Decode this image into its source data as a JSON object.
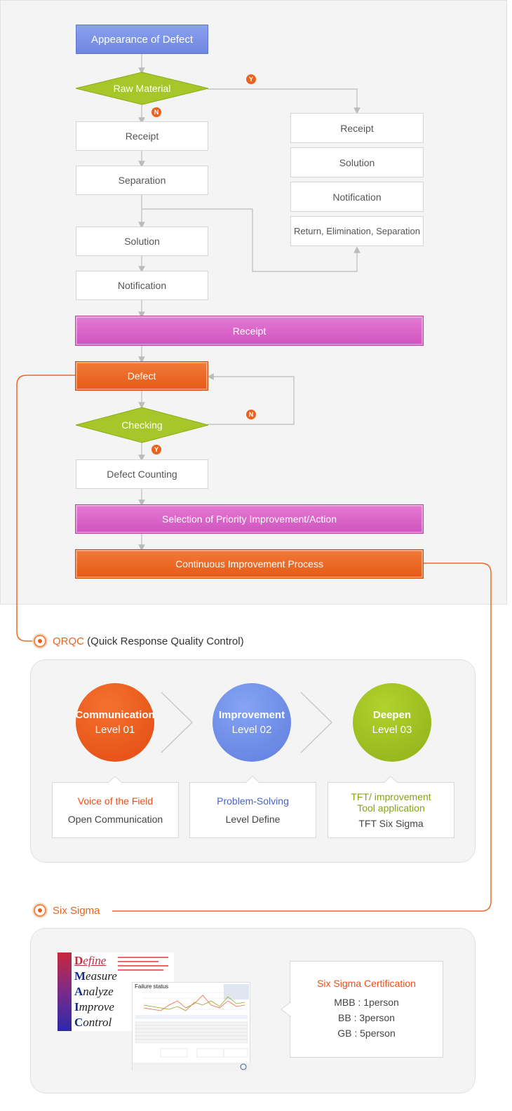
{
  "flow": {
    "appearance": "Appearance of Defect",
    "raw_material": "Raw Material",
    "badge_yes": "Y",
    "badge_no": "N",
    "left_receipt": "Receipt",
    "left_separation": "Separation",
    "left_solution": "Solution",
    "left_notification": "Notification",
    "right_receipt": "Receipt",
    "right_solution": "Solution",
    "right_notification": "Notification",
    "right_return": "Return, Elimination, Separation",
    "receipt_bar": "Receipt",
    "defect": "Defect",
    "checking": "Checking",
    "defect_counting": "Defect Counting",
    "selection": "Selection of Priority Improvement/Action",
    "continuous": "Continuous Improvement Process"
  },
  "qrqc": {
    "title_highlight": "QRQC",
    "title_rest": " (Quick Response Quality Control)",
    "levels": [
      {
        "name": "Communication",
        "level": "Level 01",
        "card_title": "Voice of  the  Field",
        "card_sub": "Open Communication"
      },
      {
        "name": "Improvement",
        "level": "Level 02",
        "card_title": "Problem-Solving",
        "card_sub": "Level  Define"
      },
      {
        "name": "Deepen",
        "level": "Level 03",
        "card_title": "TFT/ improvement Tool application",
        "card_sub": "TFT Six Sigma"
      }
    ],
    "colors": {
      "level1": "#e8501a",
      "level2": "#6c8ae6",
      "level3": "#9cc024"
    }
  },
  "six_sigma": {
    "title": "Six Sigma",
    "dmaic": [
      {
        "letter": "D",
        "rest": "efine"
      },
      {
        "letter": "M",
        "rest": "easure"
      },
      {
        "letter": "A",
        "rest": "nalyze"
      },
      {
        "letter": "I",
        "rest": "mprove"
      },
      {
        "letter": "C",
        "rest": "ontrol"
      }
    ],
    "chart_caption": "Failure status",
    "certification": {
      "title": "Six Sigma Certification",
      "lines": [
        "MBB : 1person",
        "BB : 3person",
        "GB : 5person"
      ]
    }
  }
}
